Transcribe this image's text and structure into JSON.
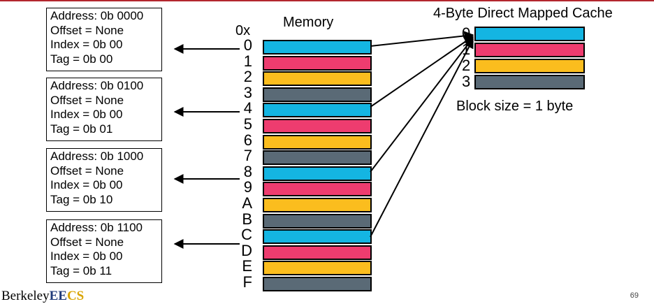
{
  "colors": {
    "cyan": "#14b5e2",
    "pink": "#ee3c6f",
    "yellow": "#fbbd1e",
    "gray": "#5a6a76",
    "accent_bar": "#b3262e"
  },
  "memory": {
    "prefix_label": "0x",
    "title": "Memory",
    "rows": [
      "0",
      "1",
      "2",
      "3",
      "4",
      "5",
      "6",
      "7",
      "8",
      "9",
      "A",
      "B",
      "C",
      "D",
      "E",
      "F"
    ],
    "row_colors": [
      "cyan",
      "pink",
      "yellow",
      "gray",
      "cyan",
      "pink",
      "yellow",
      "gray",
      "cyan",
      "pink",
      "yellow",
      "gray",
      "cyan",
      "pink",
      "yellow",
      "gray"
    ]
  },
  "cache": {
    "title": "4-Byte Direct Mapped Cache",
    "indices": [
      "0",
      "1",
      "2",
      "3"
    ],
    "row_colors": [
      "cyan",
      "pink",
      "yellow",
      "gray"
    ],
    "block_size_label": "Block size = 1 byte"
  },
  "address_boxes": [
    {
      "address": "Address: 0b 0000",
      "offset": "Offset = None",
      "index": "Index = 0b 00",
      "tag": "Tag = 0b 00"
    },
    {
      "address": "Address: 0b 0100",
      "offset": "Offset = None",
      "index": "Index = 0b 00",
      "tag": "Tag = 0b 01"
    },
    {
      "address": "Address: 0b 1000",
      "offset": "Offset = None",
      "index": "Index = 0b 00",
      "tag": "Tag = 0b 10"
    },
    {
      "address": "Address: 0b 1100",
      "offset": "Offset = None",
      "index": "Index = 0b 00",
      "tag": "Tag = 0b 11"
    }
  ],
  "footer": {
    "logo_berkeley": "Berkeley",
    "logo_ee": "EE",
    "logo_cs": "CS",
    "page_number": "69"
  }
}
